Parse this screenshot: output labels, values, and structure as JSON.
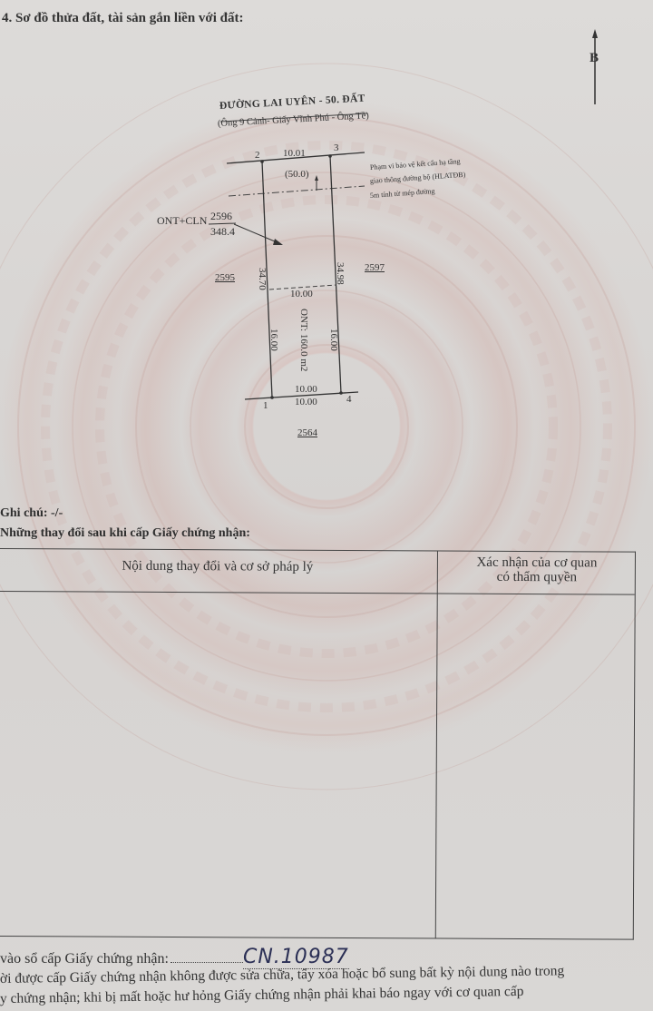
{
  "header": {
    "section_title": "4. Sơ đồ thửa đất, tài sản gắn liền với đất:"
  },
  "compass": {
    "label": "B",
    "icon": "north-arrow-icon"
  },
  "diagram": {
    "road_name": "ĐƯỜNG LAI UYÊN - 50. ĐẤT",
    "road_subtitle": "(Ông 9 Cảnh- Giấy Vĩnh Phú - Ông Tề)",
    "road_width_label": "(50.0)",
    "top_edge_length": "10.01",
    "protection_note": [
      "Phạm vi bảo vệ kết cấu hạ tầng",
      "giao thông đường bộ (HLATĐB)",
      "5m tính từ mép đường"
    ],
    "parcel_main": {
      "land_type": "ONT+CLN",
      "parcel_number": "2596",
      "area": "348.4"
    },
    "inner_area_label": "ONT: 160.0 m2",
    "points": [
      "1",
      "2",
      "3",
      "4"
    ],
    "left_edge_total": "34.70",
    "right_edge_total": "34.98",
    "inner_top_width": "10.00",
    "inner_left_length": "16.00",
    "inner_right_length": "16.00",
    "inner_bottom_width": "10.00",
    "bottom_edge_length": "10.00",
    "neighbors": {
      "west": "2595",
      "east": "2597",
      "south": "2564"
    }
  },
  "notes": {
    "remark": "Ghi chú: -/-",
    "changes_title": "Những thay đổi sau khi cấp Giấy chứng nhận:"
  },
  "changes_table": {
    "columns": [
      "Nội dung thay đổi và cơ sở pháp lý",
      "Xác nhận của cơ quan có thẩm quyền"
    ],
    "rows": []
  },
  "registration": {
    "label": "vào sổ cấp Giấy chứng nhận:",
    "number": "CN.10987"
  },
  "footer": {
    "line1": "ời được cấp Giấy chứng nhận không được sửa chữa, tẩy xóa hoặc bổ sung bất kỳ nội dung nào trong",
    "line2": "y chứng nhận; khi bị mất hoặc hư hỏng Giấy chứng nhận phải khai báo ngay với cơ quan cấp"
  }
}
